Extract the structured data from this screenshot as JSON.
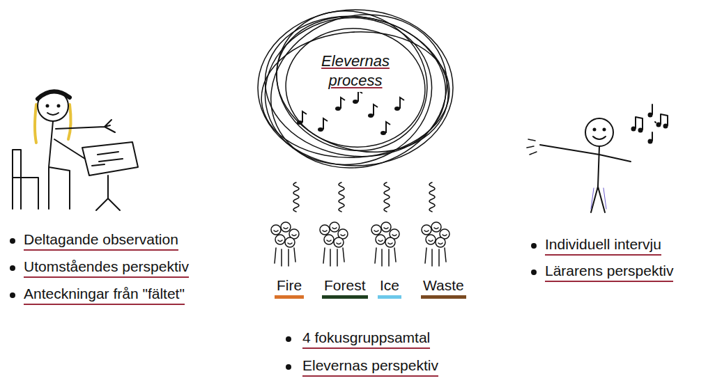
{
  "diagram": {
    "nodes": [
      {
        "text": [
          "Elevernas process"
        ]
      }
    ],
    "labels": [
      "Deltagande observation",
      "Utomståendes perspektiv",
      "Anteckningar från \"fältet\"",
      "Fire",
      "Forest",
      "Ice",
      "Waste",
      "4 fokusgruppsamtal",
      "Elevernas perspektiv",
      "Individuell intervju",
      "Lärarens perspektiv"
    ]
  }
}
